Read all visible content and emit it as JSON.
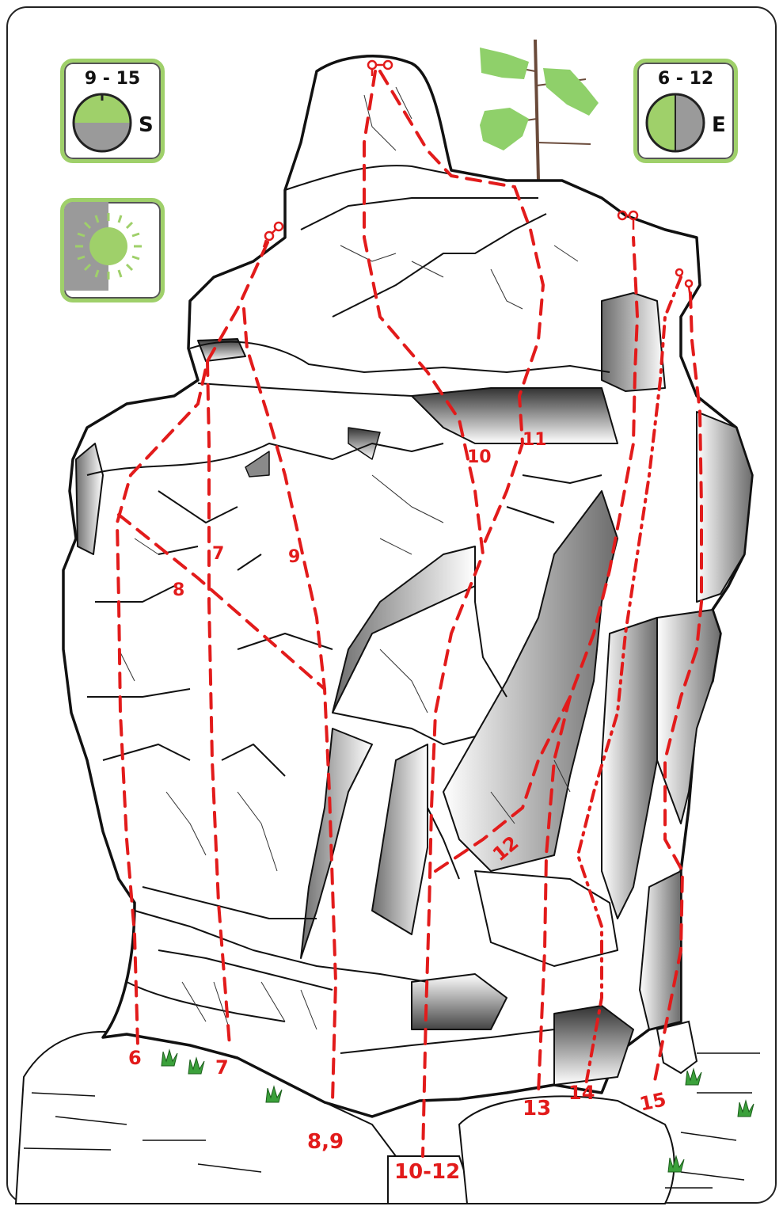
{
  "aspect_badges": [
    {
      "range": "9 - 15",
      "direction": "S"
    },
    {
      "range": "6 - 12",
      "direction": "E"
    }
  ],
  "sun_badge": {
    "icon": "sun-icon"
  },
  "colors": {
    "route": "#e21b1b",
    "badge_border": "#9fd06a",
    "sun": "#9fd06a",
    "shade": "#9a9a9a",
    "tree": "#8fd06a"
  },
  "route_labels": {
    "r6": "6",
    "r7": "7",
    "r7b": "7",
    "r8": "8",
    "r89": "8,9",
    "r9": "9",
    "r10": "10",
    "r11": "11",
    "r1012": "10-12",
    "r12": "12",
    "r13": "13",
    "r14": "14",
    "r15": "15"
  }
}
